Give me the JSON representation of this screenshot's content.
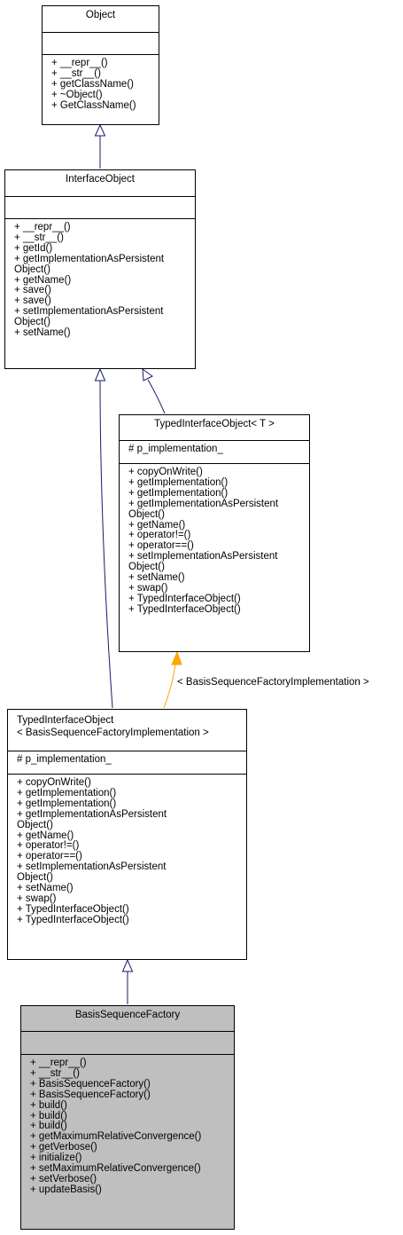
{
  "classes": {
    "object": {
      "name": "Object",
      "attributes": [],
      "methods": [
        "+ __repr__()",
        "+ __str__()",
        "+ getClassName()",
        "+ ~Object()",
        "+ GetClassName()"
      ]
    },
    "interface_object": {
      "name": "InterfaceObject",
      "attributes": [],
      "methods": [
        "+ __repr__()",
        "+ __str__()",
        "+ getId()",
        "+ getImplementationAsPersistent",
        "Object()",
        "+ getName()",
        "+ save()",
        "+ save()",
        "+ setImplementationAsPersistent",
        "Object()",
        "+ setName()"
      ]
    },
    "typed_interface_object_t": {
      "name": "TypedInterfaceObject< T >",
      "attributes": [
        "# p_implementation_"
      ],
      "methods": [
        "+ copyOnWrite()",
        "+ getImplementation()",
        "+ getImplementation()",
        "+ getImplementationAsPersistent",
        "Object()",
        "+ getName()",
        "+ operator!=()",
        "+ operator==()",
        "+ setImplementationAsPersistent",
        "Object()",
        "+ setName()",
        "+ swap()",
        "+ TypedInterfaceObject()",
        "+ TypedInterfaceObject()"
      ]
    },
    "typed_interface_object_bsfi": {
      "name_line1": "TypedInterfaceObject",
      "name_line2": "< BasisSequenceFactoryImplementation >",
      "attributes": [
        "# p_implementation_"
      ],
      "methods": [
        "+ copyOnWrite()",
        "+ getImplementation()",
        "+ getImplementation()",
        "+ getImplementationAsPersistent",
        "Object()",
        "+ getName()",
        "+ operator!=()",
        "+ operator==()",
        "+ setImplementationAsPersistent",
        "Object()",
        "+ setName()",
        "+ swap()",
        "+ TypedInterfaceObject()",
        "+ TypedInterfaceObject()"
      ]
    },
    "basis_sequence_factory": {
      "name": "BasisSequenceFactory",
      "attributes": [],
      "methods": [
        "+ __repr__()",
        "+ __str__()",
        "+ BasisSequenceFactory()",
        "+ BasisSequenceFactory()",
        "+ build()",
        "+ build()",
        "+ build()",
        "+ getMaximumRelativeConvergence()",
        "+ getVerbose()",
        "+ initialize()",
        "+ setMaximumRelativeConvergence()",
        "+ setVerbose()",
        "+ updateBasis()"
      ]
    }
  },
  "template_edge_label": "< BasisSequenceFactoryImplementation >",
  "colors": {
    "inheritance_edge": "#191970",
    "template_edge": "#ffa500",
    "highlight_fill": "#bfbfbf"
  }
}
